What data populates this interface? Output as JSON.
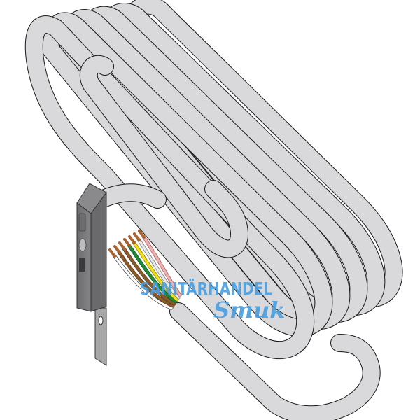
{
  "image": {
    "subject": "coiled cable with sensor housing and stripped wire end",
    "background_color": "#ffffff"
  },
  "cable": {
    "jacket_color": "#d9d9db",
    "outline_color": "#1a1a1a",
    "coil_loops": 7
  },
  "housing": {
    "color": "#7a7a7c",
    "highlight_color": "#9a9a9c",
    "shadow_color": "#555557",
    "bracket_color": "#a8a8a8"
  },
  "wires": {
    "count": 7,
    "colors": [
      "#ffffff",
      "#8b5a2b",
      "#1f8a3a",
      "#f2e21a",
      "#e8e8e8",
      "#f0b0b0",
      "#8b5a2b"
    ],
    "copper_tip_color": "#a9642f"
  },
  "watermark": {
    "line1": "SANITÄRHANDEL",
    "line2": "Smuk",
    "color": "#4a9fe0"
  }
}
